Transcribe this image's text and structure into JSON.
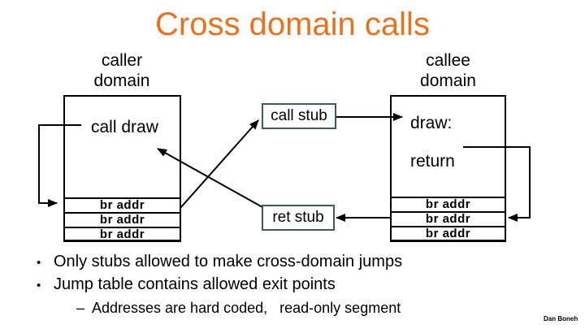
{
  "slide": {
    "title": "Cross domain calls",
    "credit": "Dan Boneh"
  },
  "colors": {
    "accent": "#e8731c",
    "stub-border": "#3d5a68",
    "ink": "#000000",
    "bg": "#ffffff"
  },
  "diagram": {
    "caller_label": "caller\ndomain",
    "callee_label": "callee\ndomain",
    "caller_code": "call draw",
    "call_stub_label": "call stub",
    "ret_stub_label": "ret stub",
    "callee_entry_label": "draw:",
    "callee_return_label": "return",
    "caller_jump_table": [
      "br addr",
      "br addr",
      "br addr"
    ],
    "callee_jump_table": [
      "br addr",
      "br addr",
      "br addr"
    ]
  },
  "bullets": {
    "items": [
      {
        "marker": "•",
        "text": "Only stubs allowed to make cross-domain jumps"
      },
      {
        "marker": "•",
        "text": "Jump table contains allowed exit points"
      }
    ],
    "sub": {
      "marker": "–",
      "text": "Addresses are hard coded,   read-only segment"
    }
  }
}
